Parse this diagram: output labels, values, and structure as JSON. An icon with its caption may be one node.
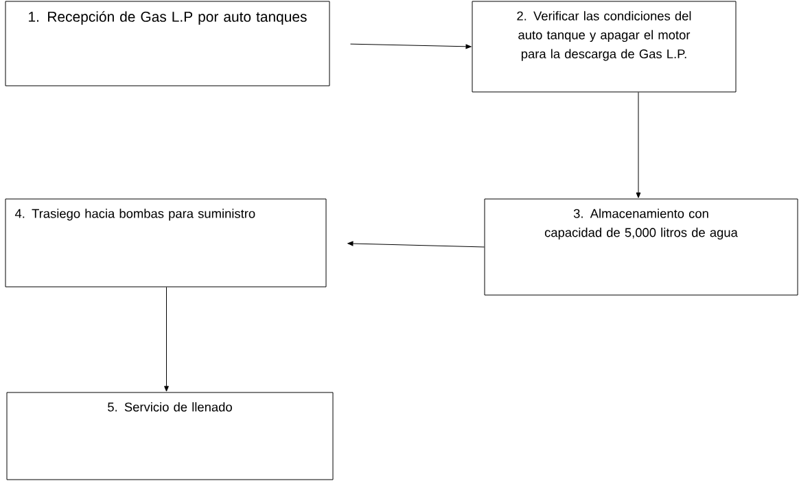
{
  "diagram": {
    "nodes": [
      {
        "text": [
          "1. Recepción de Gas L.P por auto tanques"
        ]
      },
      {
        "text": [
          "2. Verificar las condiciones del auto tanque y apagar el motor para la descarga de Gas L.P."
        ]
      },
      {
        "text": [
          "3. Almacenamiento con capacidad de 5,000 litros de agua"
        ]
      },
      {
        "text": [
          "4. Trasiego hacia bombas para suministro"
        ]
      },
      {
        "text": [
          "5. Servicio de llenado"
        ]
      }
    ],
    "edges": [
      {
        "from": 0,
        "to": 1,
        "arrow": "to"
      },
      {
        "from": 1,
        "to": 2,
        "arrow": "to"
      },
      {
        "from": 2,
        "to": 3,
        "arrow": "to"
      },
      {
        "from": 3,
        "to": 4,
        "arrow": "to"
      }
    ]
  }
}
